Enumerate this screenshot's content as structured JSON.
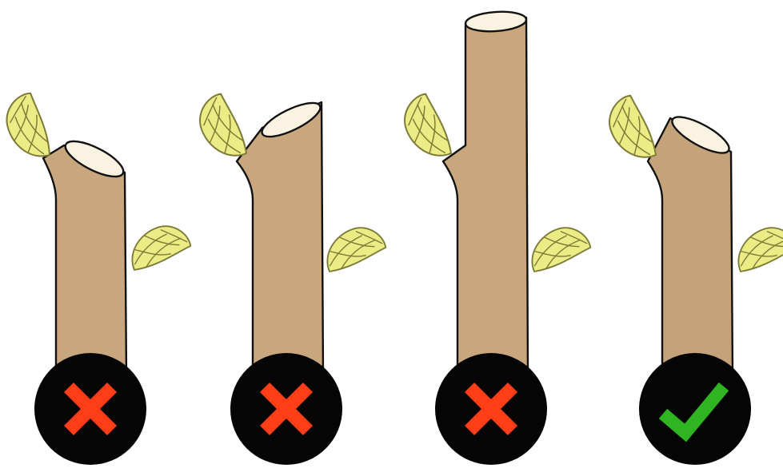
{
  "colors": {
    "background": "#ffffff",
    "branch_fill": "#c9a77e",
    "branch_fill_alt": "#c4a37a",
    "outline": "#111111",
    "cut_face": "#fbf3e2",
    "bud_fill": "#ecec86",
    "bud_vein": "#7b7a36",
    "badge_fill": "#050505",
    "wrong_mark": "#ff3d17",
    "right_mark": "#2fb521"
  },
  "examples": [
    {
      "name": "example-1",
      "verdict": "wrong",
      "icon": "cross-icon"
    },
    {
      "name": "example-2",
      "verdict": "wrong",
      "icon": "cross-icon"
    },
    {
      "name": "example-3",
      "verdict": "wrong",
      "icon": "cross-icon"
    },
    {
      "name": "example-4",
      "verdict": "correct",
      "icon": "check-icon"
    }
  ]
}
